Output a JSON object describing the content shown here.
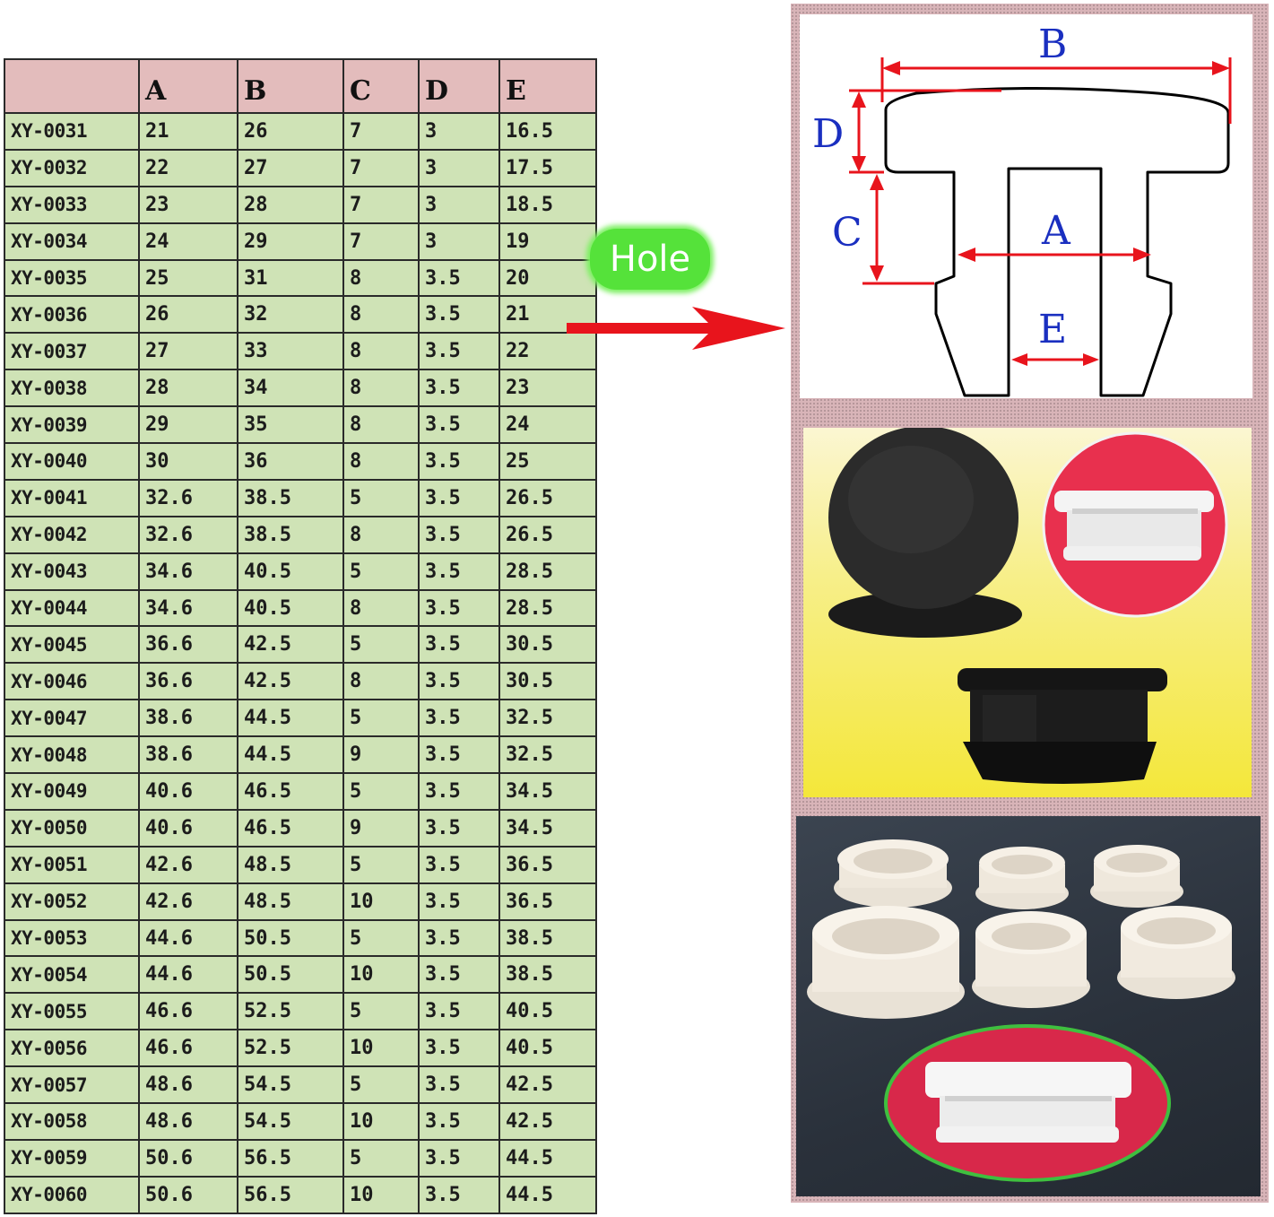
{
  "table": {
    "headers": [
      "",
      "A",
      "B",
      "C",
      "D",
      "E"
    ],
    "rows": [
      [
        "XY-0031",
        "21",
        "26",
        "7",
        "3",
        "16.5"
      ],
      [
        "XY-0032",
        "22",
        "27",
        "7",
        "3",
        "17.5"
      ],
      [
        "XY-0033",
        "23",
        "28",
        "7",
        "3",
        "18.5"
      ],
      [
        "XY-0034",
        "24",
        "29",
        "7",
        "3",
        "19"
      ],
      [
        "XY-0035",
        "25",
        "31",
        "8",
        "3.5",
        "20"
      ],
      [
        "XY-0036",
        "26",
        "32",
        "8",
        "3.5",
        "21"
      ],
      [
        "XY-0037",
        "27",
        "33",
        "8",
        "3.5",
        "22"
      ],
      [
        "XY-0038",
        "28",
        "34",
        "8",
        "3.5",
        "23"
      ],
      [
        "XY-0039",
        "29",
        "35",
        "8",
        "3.5",
        "24"
      ],
      [
        "XY-0040",
        "30",
        "36",
        "8",
        "3.5",
        "25"
      ],
      [
        "XY-0041",
        "32.6",
        "38.5",
        "5",
        "3.5",
        "26.5"
      ],
      [
        "XY-0042",
        "32.6",
        "38.5",
        "8",
        "3.5",
        "26.5"
      ],
      [
        "XY-0043",
        "34.6",
        "40.5",
        "5",
        "3.5",
        "28.5"
      ],
      [
        "XY-0044",
        "34.6",
        "40.5",
        "8",
        "3.5",
        "28.5"
      ],
      [
        "XY-0045",
        "36.6",
        "42.5",
        "5",
        "3.5",
        "30.5"
      ],
      [
        "XY-0046",
        "36.6",
        "42.5",
        "8",
        "3.5",
        "30.5"
      ],
      [
        "XY-0047",
        "38.6",
        "44.5",
        "5",
        "3.5",
        "32.5"
      ],
      [
        "XY-0048",
        "38.6",
        "44.5",
        "9",
        "3.5",
        "32.5"
      ],
      [
        "XY-0049",
        "40.6",
        "46.5",
        "5",
        "3.5",
        "34.5"
      ],
      [
        "XY-0050",
        "40.6",
        "46.5",
        "9",
        "3.5",
        "34.5"
      ],
      [
        "XY-0051",
        "42.6",
        "48.5",
        "5",
        "3.5",
        "36.5"
      ],
      [
        "XY-0052",
        "42.6",
        "48.5",
        "10",
        "3.5",
        "36.5"
      ],
      [
        "XY-0053",
        "44.6",
        "50.5",
        "5",
        "3.5",
        "38.5"
      ],
      [
        "XY-0054",
        "44.6",
        "50.5",
        "10",
        "3.5",
        "38.5"
      ],
      [
        "XY-0055",
        "46.6",
        "52.5",
        "5",
        "3.5",
        "40.5"
      ],
      [
        "XY-0056",
        "46.6",
        "52.5",
        "10",
        "3.5",
        "40.5"
      ],
      [
        "XY-0057",
        "48.6",
        "54.5",
        "5",
        "3.5",
        "42.5"
      ],
      [
        "XY-0058",
        "48.6",
        "54.5",
        "10",
        "3.5",
        "42.5"
      ],
      [
        "XY-0059",
        "50.6",
        "56.5",
        "5",
        "3.5",
        "44.5"
      ],
      [
        "XY-0060",
        "50.6",
        "56.5",
        "10",
        "3.5",
        "44.5"
      ]
    ]
  },
  "hole_label": "Hole",
  "diagram": {
    "dim_labels": {
      "a": "A",
      "b": "B",
      "c": "C",
      "d": "D",
      "e": "E"
    }
  },
  "colors": {
    "header_bg": "#e3bcbc",
    "cell_bg": "#cfe3b6",
    "arrow": "#e8141c",
    "dimension_line": "#e8141c",
    "dimension_text": "#1a2fc0",
    "hole_badge": "#55e23a",
    "panel_bg": "#d8b4b8"
  }
}
